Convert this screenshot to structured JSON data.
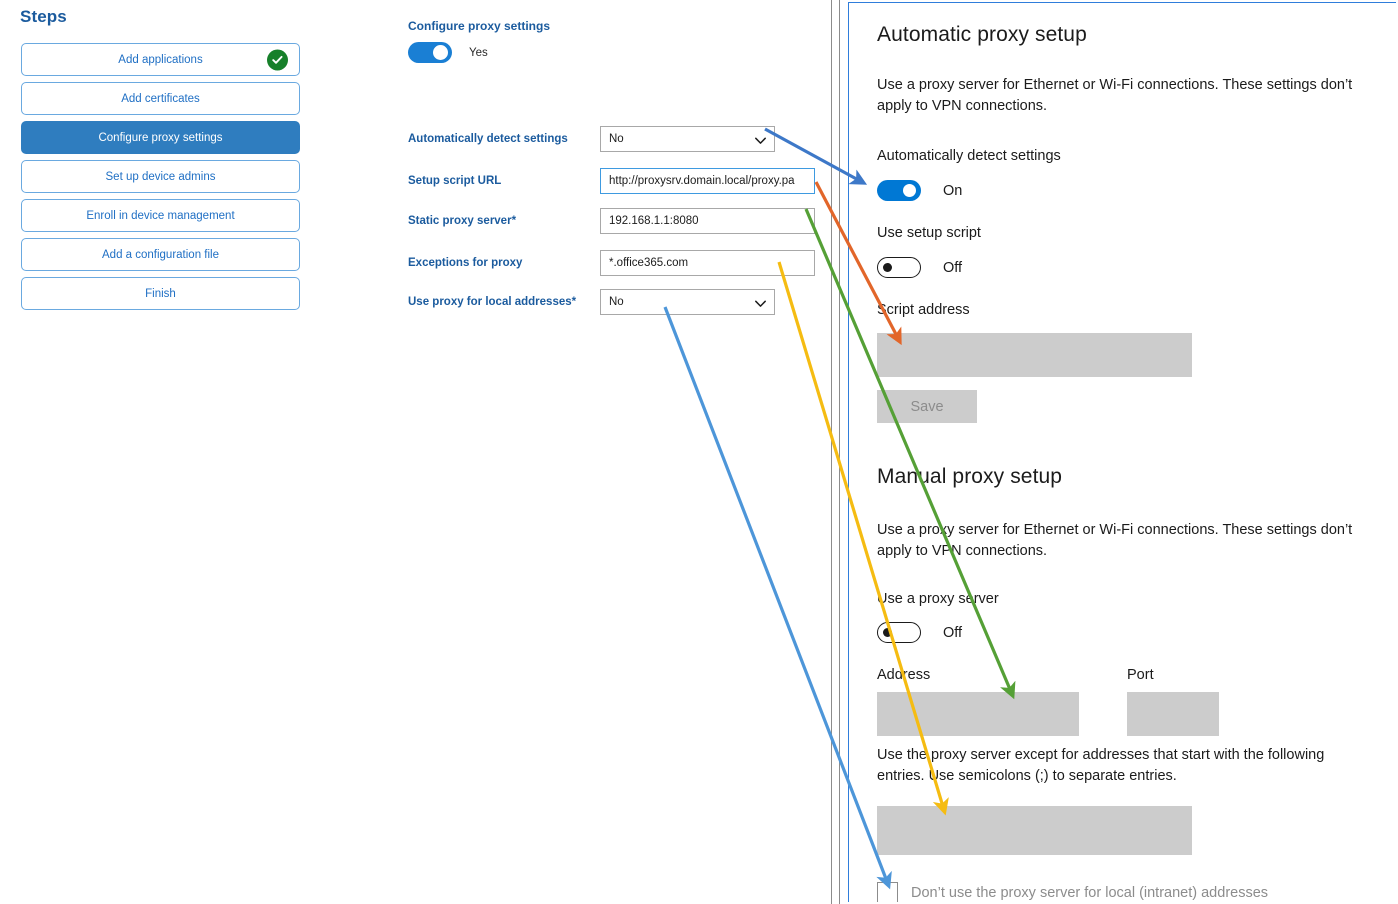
{
  "steps": {
    "title": "Steps",
    "items": [
      {
        "label": "Add applications",
        "state": "complete"
      },
      {
        "label": "Add certificates",
        "state": "default"
      },
      {
        "label": "Configure proxy settings",
        "state": "active"
      },
      {
        "label": "Set up device admins",
        "state": "default"
      },
      {
        "label": "Enroll in device management",
        "state": "default"
      },
      {
        "label": "Add a configuration file",
        "state": "default"
      },
      {
        "label": "Finish",
        "state": "default"
      }
    ],
    "complete_icon": "check-circle-icon"
  },
  "form": {
    "heading": "Configure proxy settings",
    "master_toggle": {
      "label": "Yes",
      "on": true
    },
    "fields": [
      {
        "label": "Automatically detect settings",
        "required": false,
        "type": "select",
        "value": "No",
        "icon": "chevron-down-icon",
        "focused": false
      },
      {
        "label": "Setup script URL",
        "required": false,
        "type": "text",
        "value": "http://proxysrv.domain.local/proxy.pa",
        "focused": true
      },
      {
        "label": "Static proxy server",
        "required": true,
        "type": "text",
        "value": "192.168.1.1:8080",
        "focused": false
      },
      {
        "label": "Exceptions for proxy",
        "required": true,
        "type": "text",
        "value": "*.office365.com",
        "focused": false
      },
      {
        "label": "Use proxy for local addresses",
        "required": true,
        "type": "select",
        "value": "No",
        "icon": "chevron-down-icon",
        "focused": false
      }
    ]
  },
  "settings": {
    "automatic": {
      "heading": "Automatic proxy setup",
      "description": "Use a proxy server for Ethernet or Wi-Fi connections. These settings don’t apply to VPN connections.",
      "detect_label": "Automatically detect settings",
      "detect_state": "On",
      "script_toggle_label": "Use setup script",
      "script_toggle_state": "Off",
      "script_address_label": "Script address",
      "script_address_value": "",
      "save_label": "Save"
    },
    "manual": {
      "heading": "Manual proxy setup",
      "description": "Use a proxy server for Ethernet or Wi-Fi connections. These settings don’t apply to VPN connections.",
      "use_proxy_label": "Use a proxy server",
      "use_proxy_state": "Off",
      "address_label": "Address",
      "address_value": "",
      "port_label": "Port",
      "port_value": "",
      "exceptions_description": "Use the proxy server except for addresses that start with the following entries. Use semicolons (;) to separate entries.",
      "exceptions_value": "",
      "local_checkbox_label": "Don’t use the proxy server for local (intranet) addresses",
      "local_checkbox_checked": false
    }
  },
  "annotations": {
    "arrows": [
      {
        "name": "arrow-detect-settings",
        "color": "#3d78c8",
        "from_field": "Automatically detect settings",
        "to_target": "Automatically detect settings toggle"
      },
      {
        "name": "arrow-setup-script-url",
        "color": "#e2662a",
        "from_field": "Setup script URL",
        "to_target": "Script address"
      },
      {
        "name": "arrow-static-proxy-server",
        "color": "#55a036",
        "from_field": "Static proxy server",
        "to_target": "Address"
      },
      {
        "name": "arrow-exceptions-for-proxy",
        "color": "#f5bc12",
        "from_field": "Exceptions for proxy",
        "to_target": "Exceptions entries box"
      },
      {
        "name": "arrow-use-proxy-local",
        "color": "#4d96d9",
        "from_field": "Use proxy for local addresses",
        "to_target": "Don’t use the proxy server for local (intranet) addresses"
      }
    ]
  },
  "colors": {
    "accent_blue": "#1f6fc4",
    "active_step": "#2f7dbf",
    "complete_green": "#17802a",
    "toggle_on": "#0078d4",
    "panel_border": "#2f7ddb"
  }
}
